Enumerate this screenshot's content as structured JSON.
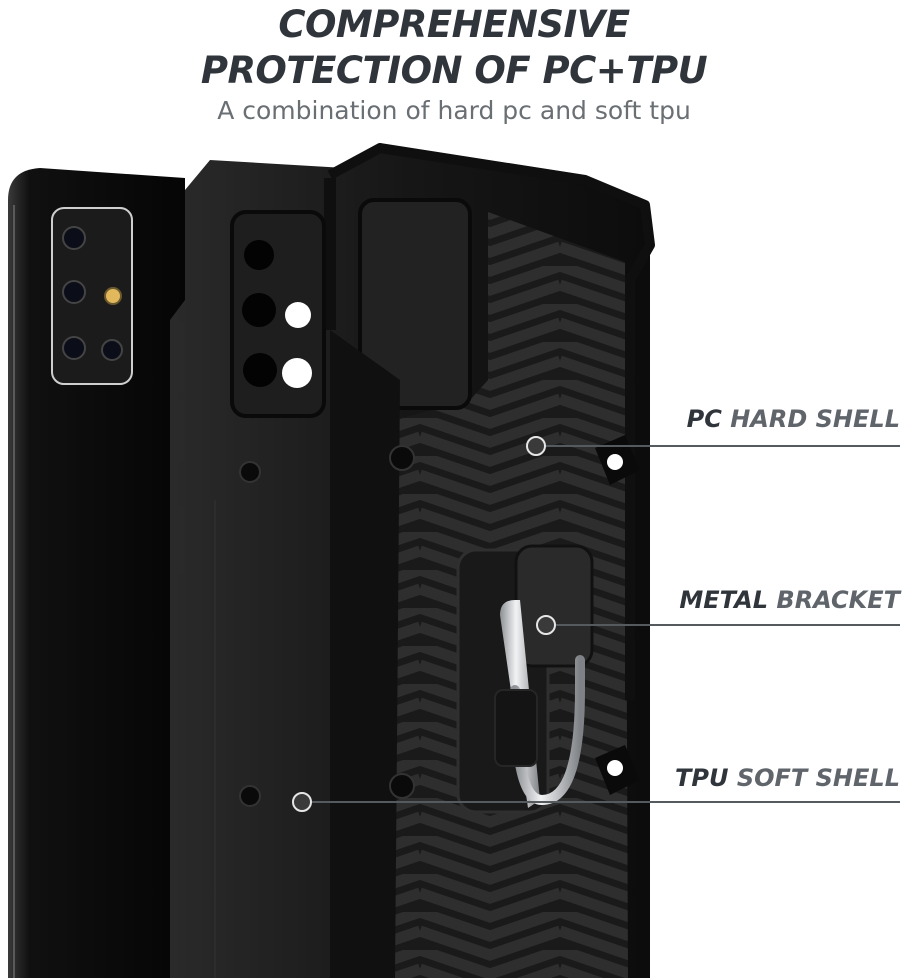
{
  "header": {
    "title_line1": "COMPREHENSIVE",
    "title_line2": "PROTECTION OF PC+TPU",
    "subtitle": "A combination of hard pc and soft tpu"
  },
  "callouts": [
    {
      "strong": "PC",
      "rest": "HARD SHELL"
    },
    {
      "strong": "METAL",
      "rest": "BRACKET"
    },
    {
      "strong": "TPU",
      "rest": "SOFT SHELL"
    }
  ],
  "colors": {
    "title": "#2f353b",
    "subtitle": "#6a6f74",
    "callout_secondary": "#5f656b",
    "case_black": "#141414",
    "case_dark": "#232323",
    "ring_silver": "#c9ccd0"
  }
}
